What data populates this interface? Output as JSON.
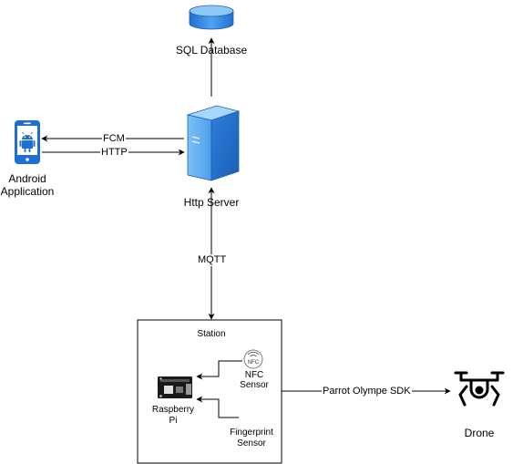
{
  "nodes": {
    "database": {
      "label": "SQL Database",
      "icon": "database-icon",
      "color": "#2f7fd6"
    },
    "server": {
      "label": "Http Server",
      "icon": "server-icon",
      "color": "#3a8ee6"
    },
    "android": {
      "label_line1": "Android",
      "label_line2": "Application",
      "icon": "android-phone-icon",
      "color": "#1f6fd0"
    },
    "station": {
      "label": "Station"
    },
    "raspberry": {
      "label_line1": "Raspberry",
      "label_line2": "Pi",
      "icon": "raspberry-pi-board-icon"
    },
    "nfc": {
      "label_line1": "NFC",
      "label_line2": "Sensor",
      "icon": "nfc-icon",
      "icon_text": "NFC"
    },
    "fingerprint": {
      "label_line1": "Fingerprint",
      "label_line2": "Sensor"
    },
    "drone": {
      "label": "Drone",
      "icon": "drone-icon"
    }
  },
  "edges": {
    "fcm": "FCM",
    "http": "HTTP",
    "mqtt": "MQTT",
    "sdk": "Parrot Olympe SDK"
  }
}
